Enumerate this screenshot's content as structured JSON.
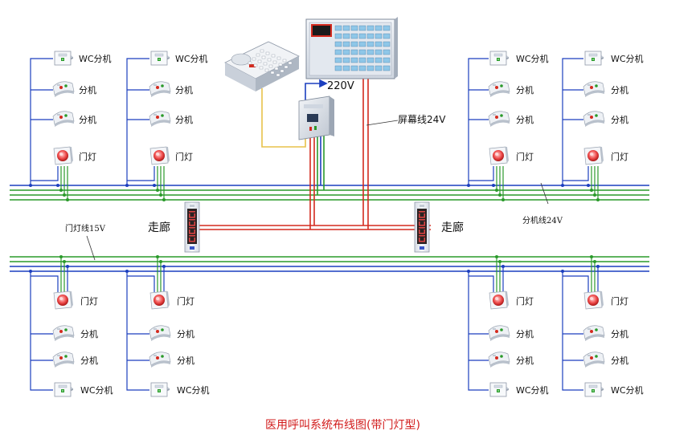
{
  "caption": "医用呼叫系统布线图(带门灯型)",
  "labels": {
    "wc_unit": "WC分机",
    "ext_unit": "分机",
    "door_light": "门灯",
    "corridor": "走廊",
    "power": "220V",
    "screen_line": "屏幕线24V",
    "ext_line": "分机线24V",
    "door_line": "门灯线15V"
  },
  "colors": {
    "blue_wire": "#1c3fbf",
    "green_wire": "#2a9a2a",
    "red_wire": "#d42a1e",
    "yellow_wire": "#e8c24a",
    "caption": "#d21d1d"
  }
}
